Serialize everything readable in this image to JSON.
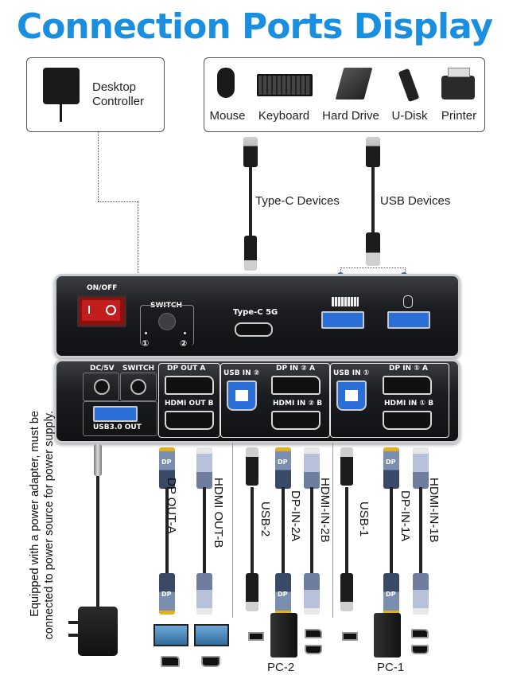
{
  "title": "Connection Ports Display",
  "controller": {
    "label_line1": "Desktop",
    "label_line2": "Controller"
  },
  "devices": [
    "Mouse",
    "Keyboard",
    "Hard Drive",
    "U-Disk",
    "Printer"
  ],
  "cable_labels": {
    "typec": "Type-C Devices",
    "usb": "USB Devices"
  },
  "hub_front": {
    "onoff": "ON/OFF",
    "switch": "SWITCH",
    "sw1": "①",
    "sw2": "②",
    "typec": "Type-C 5G"
  },
  "hub_back": {
    "dc": "DC/5V",
    "switch": "SWITCH",
    "usb3": "USB3.0 OUT",
    "dp_out_a": "DP OUT A",
    "hdmi_out_b": "HDMI OUT B",
    "usb_in_2": "USB IN ②",
    "dp_in_2a": "DP IN ② A",
    "hdmi_in_2b": "HDMI IN ② B",
    "usb_in_1": "USB IN ①",
    "dp_in_1a": "DP IN ① A",
    "hdmi_in_1b": "HDMI IN ① B"
  },
  "cables": [
    "DP OUT-A",
    "HDMI OUT-B",
    "USB-2",
    "DP-IN-2A",
    "HDMI-IN-2B",
    "USB-1",
    "DP-IN-1A",
    "HDMI-IN-1B"
  ],
  "power_note_line1": "Equipped with a power adapter,  must be",
  "power_note_line2": "connected to power source for power supply.",
  "pcs": {
    "pc2": "PC-2",
    "pc1": "PC-1"
  },
  "dp_plug_text": "DP",
  "colors": {
    "accent": "#1a8fe0",
    "usb_blue": "#2b6fd6",
    "dp_gold": "#e0b020"
  }
}
